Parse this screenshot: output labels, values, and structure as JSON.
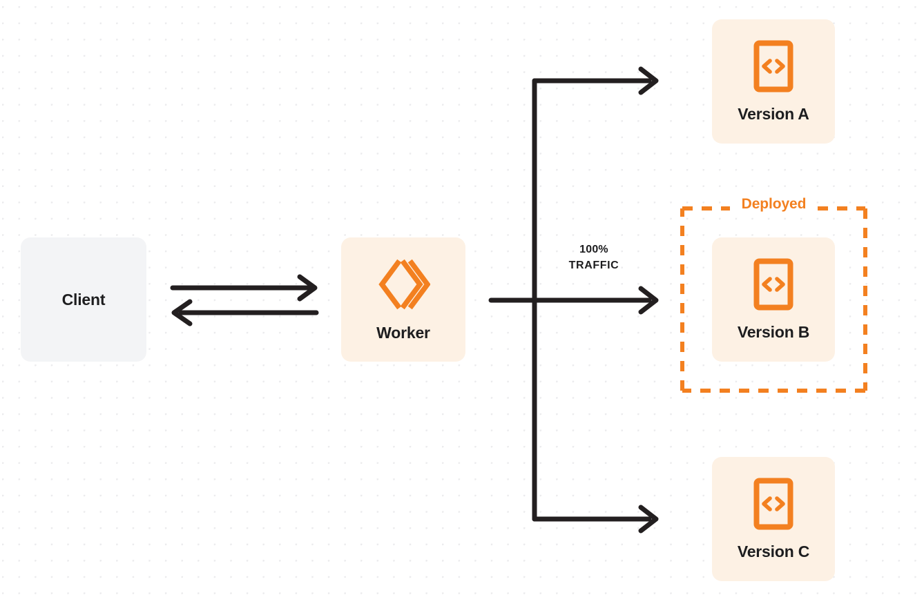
{
  "diagram": {
    "title": "Worker version traffic routing",
    "background": {
      "type": "dot-grid",
      "dot_color": "#ebebed",
      "canvas_color": "#ffffff"
    },
    "palette": {
      "orange": "#f38020",
      "card_orange_bg": "#fdf1e4",
      "card_gray_bg": "#f3f4f6",
      "edge": "#231f20",
      "text": "#1d1d1f"
    }
  },
  "nodes": {
    "client": {
      "label": "Client",
      "bg": "#f3f4f6"
    },
    "worker": {
      "label": "Worker",
      "icon": "cloudflare-workers-logo",
      "bg": "#fdf1e4"
    },
    "version_a": {
      "label": "Version A",
      "icon": "code-brackets-icon",
      "bg": "#fdf1e4"
    },
    "version_b": {
      "label": "Version B",
      "icon": "code-brackets-icon",
      "bg": "#fdf1e4"
    },
    "version_c": {
      "label": "Version C",
      "icon": "code-brackets-icon",
      "bg": "#fdf1e4"
    }
  },
  "groups": {
    "deployed": {
      "label": "Deployed",
      "style": "dashed",
      "color": "#f38020"
    }
  },
  "edges": {
    "traffic": {
      "percent_label": "100%",
      "word_label": "TRAFFIC"
    },
    "client_to_worker": {
      "direction": "right"
    },
    "worker_to_client": {
      "direction": "left"
    },
    "worker_to_version_a": {
      "direction": "right"
    },
    "worker_to_version_b": {
      "direction": "right"
    },
    "worker_to_version_c": {
      "direction": "right"
    }
  }
}
